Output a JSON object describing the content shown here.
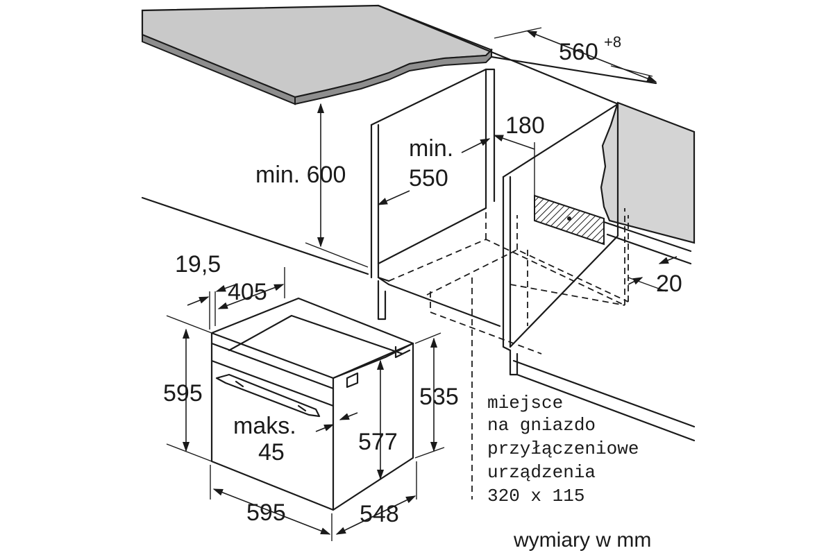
{
  "labels": {
    "width_niche": "560",
    "width_niche_tol": "+8",
    "depth_min": "min.",
    "depth_min_val": "550",
    "height_min": "min. 600",
    "gap_180": "180",
    "gap_20": "20",
    "front_195": "19,5",
    "front_405": "405",
    "h_595": "595",
    "h_535": "535",
    "h_577": "577",
    "maks": "maks.",
    "maks_val": "45",
    "w_595": "595",
    "d_548": "548",
    "socket_l1": "miejsce",
    "socket_l2": "na gniazdo",
    "socket_l3": "przyłączeniowe",
    "socket_l4": "urządzenia",
    "socket_l5": "320 x 115",
    "units": "wymiary w mm"
  }
}
